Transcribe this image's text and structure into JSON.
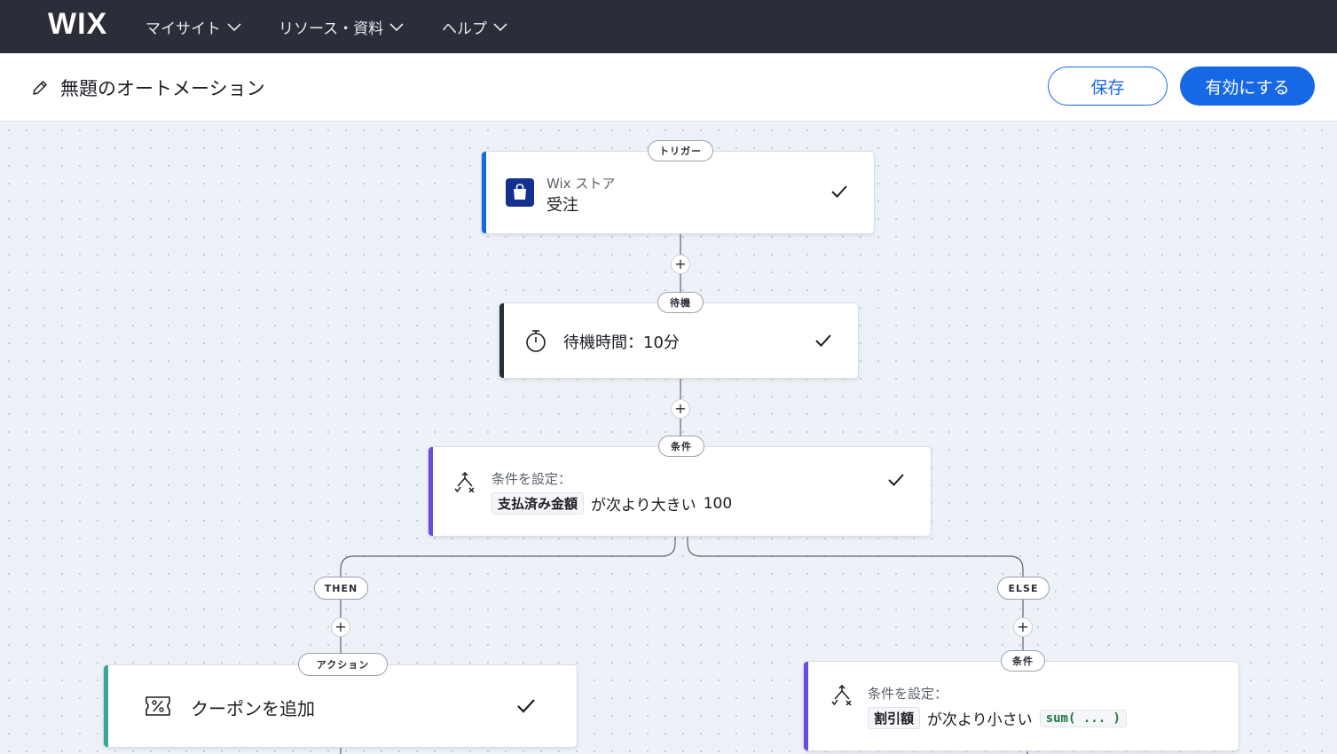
{
  "nav": {
    "logo": "WIX",
    "items": [
      {
        "label": "マイサイト"
      },
      {
        "label": "リソース・資料"
      },
      {
        "label": "ヘルプ"
      }
    ]
  },
  "header": {
    "title": "無題のオートメーション",
    "save_label": "保存",
    "activate_label": "有効にする"
  },
  "flow": {
    "trigger": {
      "pill": "トリガー",
      "app": "Wix ストア",
      "event": "受注"
    },
    "wait": {
      "pill": "待機",
      "label": "待機時間：10分"
    },
    "condition": {
      "pill": "条件",
      "heading": "条件を設定：",
      "field": "支払済み金額",
      "operator": "が次より大きい",
      "value": "100"
    },
    "then_label": "THEN",
    "else_label": "ELSE",
    "action": {
      "pill": "アクション",
      "label": "クーポンを追加"
    },
    "else_condition": {
      "pill": "条件",
      "heading": "条件を設定：",
      "field": "割引額",
      "operator": "が次より小さい",
      "value": "sum( ... )"
    },
    "add_symbol": "+"
  },
  "colors": {
    "topbar": "#2b2d38",
    "primary": "#1768e5",
    "trigger_bar": "#1768e5",
    "wait_bar": "#2b2d38",
    "condition_bar": "#6a4ce0",
    "action_bar": "#3aa39a"
  },
  "icons": {
    "title": "pencil-icon",
    "trigger": "shopping-bag-icon",
    "wait": "stopwatch-icon",
    "condition": "split-condition-icon",
    "action": "coupon-icon",
    "done": "checkmark-icon"
  }
}
